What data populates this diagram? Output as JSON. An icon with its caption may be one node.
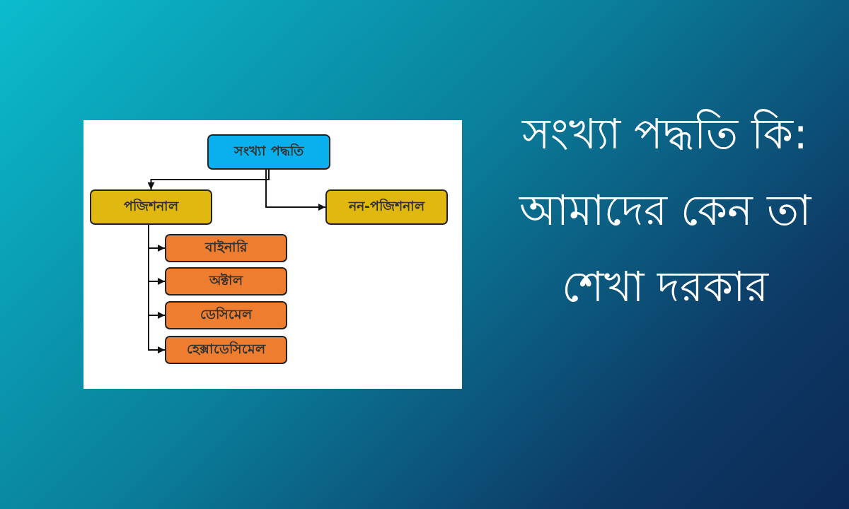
{
  "diagram": {
    "title": "সংখ্যা পদ্ধতি কি: আমাদের কেন তা শেখা দরকার",
    "nodes": [
      {
        "text": [
          "সংখ্যা পদ্ধতি"
        ]
      },
      {
        "text": [
          "পজিশনাল"
        ]
      },
      {
        "text": [
          "নন-পজিশনাল"
        ]
      },
      {
        "text": [
          "বাইনারি"
        ]
      },
      {
        "text": [
          "অক্টাল"
        ]
      },
      {
        "text": [
          "ডেসিমেল"
        ]
      },
      {
        "text": [
          "হেক্সাডেসিমেল"
        ]
      }
    ],
    "edges": [
      {
        "from": 0,
        "to": 1,
        "arrow": "to"
      },
      {
        "from": 0,
        "to": 2,
        "arrow": "to"
      },
      {
        "from": 1,
        "to": 3,
        "arrow": "to"
      },
      {
        "from": 1,
        "to": 4,
        "arrow": "to"
      },
      {
        "from": 1,
        "to": 5,
        "arrow": "to"
      },
      {
        "from": 1,
        "to": 6,
        "arrow": "to"
      }
    ]
  }
}
